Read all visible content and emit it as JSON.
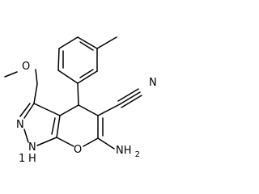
{
  "molecule": {
    "atoms": {
      "methoxy_o": "O",
      "ring_n": "N",
      "nh": "N",
      "h": "H",
      "h_num": "1",
      "ring_o": "O",
      "nitrile_n": "N",
      "amino_n": "NH",
      "amino_sub": "2"
    },
    "colors": {
      "bond": "#000000",
      "label": "#000000"
    }
  }
}
